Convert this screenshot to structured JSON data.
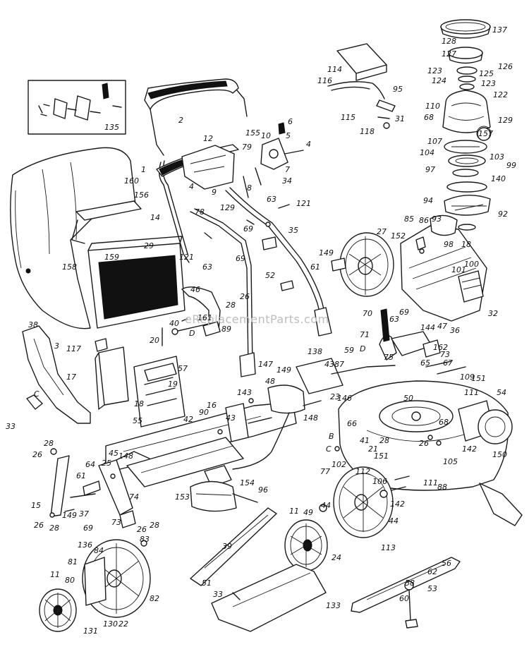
{
  "watermark": "eReplacementParts.com",
  "labels": [
    {
      "id": "137",
      "text": "137"
    },
    {
      "id": "128",
      "text": "128"
    },
    {
      "id": "127",
      "text": "127"
    },
    {
      "id": "126",
      "text": "126"
    },
    {
      "id": "123a",
      "text": "123"
    },
    {
      "id": "125",
      "text": "125"
    },
    {
      "id": "124",
      "text": "124"
    },
    {
      "id": "123b",
      "text": "123"
    },
    {
      "id": "122",
      "text": "122"
    },
    {
      "id": "110",
      "text": "110"
    },
    {
      "id": "68a",
      "text": "68"
    },
    {
      "id": "129a",
      "text": "129"
    },
    {
      "id": "157",
      "text": "157"
    },
    {
      "id": "107",
      "text": "107"
    },
    {
      "id": "104",
      "text": "104"
    },
    {
      "id": "103",
      "text": "103"
    },
    {
      "id": "99",
      "text": "99"
    },
    {
      "id": "97",
      "text": "97"
    },
    {
      "id": "140a",
      "text": "140"
    },
    {
      "id": "94",
      "text": "94"
    },
    {
      "id": "93",
      "text": "93"
    },
    {
      "id": "92",
      "text": "92"
    },
    {
      "id": "114",
      "text": "114"
    },
    {
      "id": "116",
      "text": "116"
    },
    {
      "id": "95",
      "text": "95"
    },
    {
      "id": "115",
      "text": "115"
    },
    {
      "id": "31",
      "text": "31"
    },
    {
      "id": "118",
      "text": "118"
    },
    {
      "id": "135",
      "text": "135"
    },
    {
      "id": "2",
      "text": "2"
    },
    {
      "id": "155",
      "text": "155"
    },
    {
      "id": "6",
      "text": "6"
    },
    {
      "id": "10",
      "text": "10"
    },
    {
      "id": "5",
      "text": "5"
    },
    {
      "id": "4a",
      "text": "4"
    },
    {
      "id": "12",
      "text": "12"
    },
    {
      "id": "79",
      "text": "79"
    },
    {
      "id": "7",
      "text": "7"
    },
    {
      "id": "1",
      "text": "1"
    },
    {
      "id": "4b",
      "text": "4"
    },
    {
      "id": "9",
      "text": "9"
    },
    {
      "id": "8",
      "text": "8"
    },
    {
      "id": "34",
      "text": "34"
    },
    {
      "id": "160",
      "text": "160"
    },
    {
      "id": "156",
      "text": "156"
    },
    {
      "id": "129b",
      "text": "129"
    },
    {
      "id": "63a",
      "text": "63"
    },
    {
      "id": "121a",
      "text": "121"
    },
    {
      "id": "14",
      "text": "14"
    },
    {
      "id": "78",
      "text": "78"
    },
    {
      "id": "69a",
      "text": "69"
    },
    {
      "id": "35",
      "text": "35"
    },
    {
      "id": "85",
      "text": "85"
    },
    {
      "id": "86",
      "text": "86"
    },
    {
      "id": "27",
      "text": "27"
    },
    {
      "id": "152",
      "text": "152"
    },
    {
      "id": "29",
      "text": "29"
    },
    {
      "id": "121b",
      "text": "121"
    },
    {
      "id": "63b",
      "text": "63"
    },
    {
      "id": "69b",
      "text": "69"
    },
    {
      "id": "52",
      "text": "52"
    },
    {
      "id": "149a",
      "text": "149"
    },
    {
      "id": "61a",
      "text": "61"
    },
    {
      "id": "98",
      "text": "98"
    },
    {
      "id": "18a",
      "text": "18"
    },
    {
      "id": "100",
      "text": "100"
    },
    {
      "id": "101",
      "text": "101"
    },
    {
      "id": "158",
      "text": "158"
    },
    {
      "id": "159",
      "text": "159"
    },
    {
      "id": "46",
      "text": "46"
    },
    {
      "id": "26a",
      "text": "26"
    },
    {
      "id": "28a",
      "text": "28"
    },
    {
      "id": "40",
      "text": "40"
    },
    {
      "id": "161",
      "text": "161"
    },
    {
      "id": "D1",
      "text": "D"
    },
    {
      "id": "89",
      "text": "89"
    },
    {
      "id": "32",
      "text": "32"
    },
    {
      "id": "70",
      "text": "70"
    },
    {
      "id": "69c",
      "text": "69"
    },
    {
      "id": "63c",
      "text": "63"
    },
    {
      "id": "71",
      "text": "71"
    },
    {
      "id": "144",
      "text": "144"
    },
    {
      "id": "47",
      "text": "47"
    },
    {
      "id": "36",
      "text": "36"
    },
    {
      "id": "38",
      "text": "38"
    },
    {
      "id": "3",
      "text": "3"
    },
    {
      "id": "117",
      "text": "117"
    },
    {
      "id": "20",
      "text": "20"
    },
    {
      "id": "D2",
      "text": "D"
    },
    {
      "id": "162",
      "text": "162"
    },
    {
      "id": "138",
      "text": "138"
    },
    {
      "id": "59",
      "text": "59"
    },
    {
      "id": "43a",
      "text": "43"
    },
    {
      "id": "57",
      "text": "57"
    },
    {
      "id": "75",
      "text": "75"
    },
    {
      "id": "65",
      "text": "65"
    },
    {
      "id": "73a",
      "text": "73"
    },
    {
      "id": "67",
      "text": "67"
    },
    {
      "id": "17",
      "text": "17"
    },
    {
      "id": "19",
      "text": "19"
    },
    {
      "id": "147",
      "text": "147"
    },
    {
      "id": "149b",
      "text": "149"
    },
    {
      "id": "87",
      "text": "87"
    },
    {
      "id": "109",
      "text": "109"
    },
    {
      "id": "48",
      "text": "48"
    },
    {
      "id": "23",
      "text": "23"
    },
    {
      "id": "151a",
      "text": "151"
    },
    {
      "id": "C1",
      "text": "C"
    },
    {
      "id": "18b",
      "text": "18"
    },
    {
      "id": "143",
      "text": "143"
    },
    {
      "id": "146",
      "text": "146"
    },
    {
      "id": "111a",
      "text": "111"
    },
    {
      "id": "54",
      "text": "54"
    },
    {
      "id": "50",
      "text": "50"
    },
    {
      "id": "33a",
      "text": "33"
    },
    {
      "id": "55",
      "text": "55"
    },
    {
      "id": "16",
      "text": "16"
    },
    {
      "id": "90",
      "text": "90"
    },
    {
      "id": "42",
      "text": "42"
    },
    {
      "id": "43b",
      "text": "43"
    },
    {
      "id": "148a",
      "text": "148"
    },
    {
      "id": "66",
      "text": "66"
    },
    {
      "id": "68b",
      "text": "68"
    },
    {
      "id": "B",
      "text": "B"
    },
    {
      "id": "28b",
      "text": "28"
    },
    {
      "id": "41",
      "text": "41"
    },
    {
      "id": "21",
      "text": "21"
    },
    {
      "id": "26b",
      "text": "26"
    },
    {
      "id": "150",
      "text": "150"
    },
    {
      "id": "28c",
      "text": "28"
    },
    {
      "id": "26c",
      "text": "26"
    },
    {
      "id": "45",
      "text": "45"
    },
    {
      "id": "148b",
      "text": "148"
    },
    {
      "id": "142a",
      "text": "142"
    },
    {
      "id": "C2",
      "text": "C"
    },
    {
      "id": "102",
      "text": "102"
    },
    {
      "id": "151b",
      "text": "151"
    },
    {
      "id": "105",
      "text": "105"
    },
    {
      "id": "64",
      "text": "64"
    },
    {
      "id": "25",
      "text": "25"
    },
    {
      "id": "77",
      "text": "77"
    },
    {
      "id": "112",
      "text": "112"
    },
    {
      "id": "111b",
      "text": "111"
    },
    {
      "id": "88",
      "text": "88"
    },
    {
      "id": "15",
      "text": "15"
    },
    {
      "id": "61b",
      "text": "61"
    },
    {
      "id": "74",
      "text": "74"
    },
    {
      "id": "154",
      "text": "154"
    },
    {
      "id": "106",
      "text": "106"
    },
    {
      "id": "96",
      "text": "96"
    },
    {
      "id": "153",
      "text": "153"
    },
    {
      "id": "142b",
      "text": "142"
    },
    {
      "id": "26d",
      "text": "26"
    },
    {
      "id": "28d",
      "text": "28"
    },
    {
      "id": "149c",
      "text": "149"
    },
    {
      "id": "37",
      "text": "37"
    },
    {
      "id": "69d",
      "text": "69"
    },
    {
      "id": "73b",
      "text": "73"
    },
    {
      "id": "26e",
      "text": "26"
    },
    {
      "id": "28e",
      "text": "28"
    },
    {
      "id": "11a",
      "text": "11"
    },
    {
      "id": "49",
      "text": "49"
    },
    {
      "id": "44a",
      "text": "44"
    },
    {
      "id": "44b",
      "text": "44"
    },
    {
      "id": "83",
      "text": "83"
    },
    {
      "id": "113",
      "text": "113"
    },
    {
      "id": "24",
      "text": "24"
    },
    {
      "id": "136",
      "text": "136"
    },
    {
      "id": "84",
      "text": "84"
    },
    {
      "id": "81",
      "text": "81"
    },
    {
      "id": "11b",
      "text": "11"
    },
    {
      "id": "80",
      "text": "80"
    },
    {
      "id": "39",
      "text": "39"
    },
    {
      "id": "62",
      "text": "62"
    },
    {
      "id": "56",
      "text": "56"
    },
    {
      "id": "82",
      "text": "82"
    },
    {
      "id": "51",
      "text": "51"
    },
    {
      "id": "58",
      "text": "58"
    },
    {
      "id": "53",
      "text": "53"
    },
    {
      "id": "60",
      "text": "60"
    },
    {
      "id": "33b",
      "text": "33"
    },
    {
      "id": "133",
      "text": "133"
    },
    {
      "id": "131",
      "text": "131"
    },
    {
      "id": "130",
      "text": "130"
    },
    {
      "id": "22",
      "text": "22"
    }
  ]
}
